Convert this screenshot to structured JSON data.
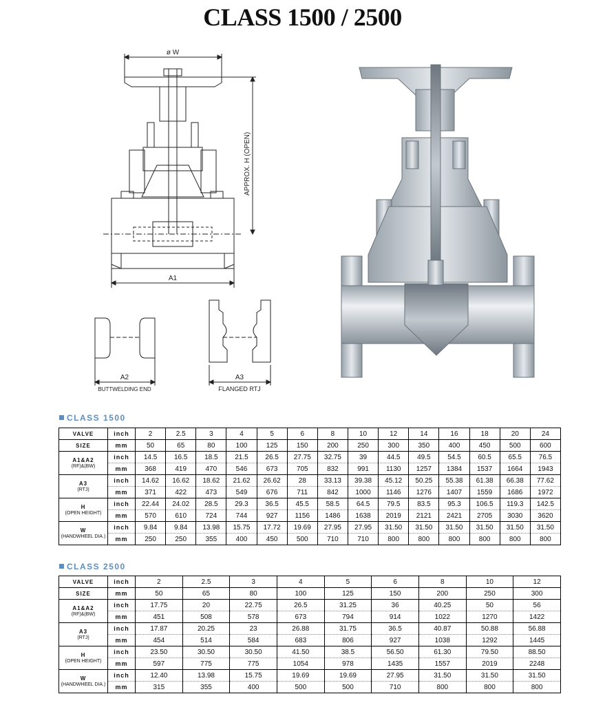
{
  "title": "CLASS 1500 / 2500",
  "drawing": {
    "dim_w": "ø W",
    "dim_h": "APPROX. H (OPEN)",
    "dim_a1": "A1",
    "dim_a2": "A2",
    "dim_a3": "A3",
    "label_bw": "BUTTWELDING END",
    "label_rtj": "FLANGED RTJ"
  },
  "class1500": {
    "title": "CLASS 1500",
    "groups": [
      {
        "label": "VALVE",
        "sub": "",
        "rows": [
          {
            "unit": "inch",
            "values": [
              "2",
              "2.5",
              "3",
              "4",
              "5",
              "6",
              "8",
              "10",
              "12",
              "14",
              "16",
              "18",
              "20",
              "24"
            ]
          }
        ]
      },
      {
        "label": "SIZE",
        "sub": "",
        "rows": [
          {
            "unit": "mm",
            "values": [
              "50",
              "65",
              "80",
              "100",
              "125",
              "150",
              "200",
              "250",
              "300",
              "350",
              "400",
              "450",
              "500",
              "600"
            ]
          }
        ]
      },
      {
        "label": "A1&A2",
        "sub": "(RF)&(BW)",
        "rows": [
          {
            "unit": "inch",
            "values": [
              "14.5",
              "16.5",
              "18.5",
              "21.5",
              "26.5",
              "27.75",
              "32.75",
              "39",
              "44.5",
              "49.5",
              "54.5",
              "60.5",
              "65.5",
              "76.5"
            ]
          },
          {
            "unit": "mm",
            "values": [
              "368",
              "419",
              "470",
              "546",
              "673",
              "705",
              "832",
              "991",
              "1130",
              "1257",
              "1384",
              "1537",
              "1664",
              "1943"
            ]
          }
        ]
      },
      {
        "label": "A3",
        "sub": "(RTJ)",
        "rows": [
          {
            "unit": "inch",
            "values": [
              "14.62",
              "16.62",
              "18.62",
              "21.62",
              "26.62",
              "28",
              "33.13",
              "39.38",
              "45.12",
              "50.25",
              "55.38",
              "61.38",
              "66.38",
              "77.62"
            ]
          },
          {
            "unit": "mm",
            "values": [
              "371",
              "422",
              "473",
              "549",
              "676",
              "711",
              "842",
              "1000",
              "1146",
              "1276",
              "1407",
              "1559",
              "1686",
              "1972"
            ]
          }
        ]
      },
      {
        "label": "H",
        "sub": "(OPEN HEIGHT)",
        "rows": [
          {
            "unit": "inch",
            "values": [
              "22.44",
              "24.02",
              "28.5",
              "29.3",
              "36.5",
              "45.5",
              "58.5",
              "64.5",
              "79.5",
              "83.5",
              "95.3",
              "106.5",
              "119.3",
              "142.5"
            ]
          },
          {
            "unit": "mm",
            "values": [
              "570",
              "610",
              "724",
              "744",
              "927",
              "1156",
              "1486",
              "1638",
              "2019",
              "2121",
              "2421",
              "2705",
              "3030",
              "3620"
            ]
          }
        ]
      },
      {
        "label": "W",
        "sub": "(HANDWHEEL DIA.)",
        "rows": [
          {
            "unit": "inch",
            "values": [
              "9.84",
              "9.84",
              "13.98",
              "15.75",
              "17.72",
              "19.69",
              "27.95",
              "27.95",
              "31.50",
              "31.50",
              "31.50",
              "31.50",
              "31.50",
              "31.50"
            ]
          },
          {
            "unit": "mm",
            "values": [
              "250",
              "250",
              "355",
              "400",
              "450",
              "500",
              "710",
              "710",
              "800",
              "800",
              "800",
              "800",
              "800",
              "800"
            ]
          }
        ]
      }
    ]
  },
  "class2500": {
    "title": "CLASS 2500",
    "groups": [
      {
        "label": "VALVE",
        "sub": "",
        "rows": [
          {
            "unit": "inch",
            "values": [
              "2",
              "2.5",
              "3",
              "4",
              "5",
              "6",
              "8",
              "10",
              "12"
            ]
          }
        ]
      },
      {
        "label": "SIZE",
        "sub": "",
        "rows": [
          {
            "unit": "mm",
            "values": [
              "50",
              "65",
              "80",
              "100",
              "125",
              "150",
              "200",
              "250",
              "300"
            ]
          }
        ]
      },
      {
        "label": "A1&A2",
        "sub": "(RF)&(BW)",
        "rows": [
          {
            "unit": "inch",
            "values": [
              "17.75",
              "20",
              "22.75",
              "26.5",
              "31.25",
              "36",
              "40.25",
              "50",
              "56"
            ]
          },
          {
            "unit": "mm",
            "values": [
              "451",
              "508",
              "578",
              "673",
              "794",
              "914",
              "1022",
              "1270",
              "1422"
            ]
          }
        ]
      },
      {
        "label": "A3",
        "sub": "(RTJ)",
        "rows": [
          {
            "unit": "inch",
            "values": [
              "17.87",
              "20.25",
              "23",
              "26.88",
              "31.75",
              "36.5",
              "40.87",
              "50.88",
              "56.88"
            ]
          },
          {
            "unit": "mm",
            "values": [
              "454",
              "514",
              "584",
              "683",
              "806",
              "927",
              "1038",
              "1292",
              "1445"
            ]
          }
        ]
      },
      {
        "label": "H",
        "sub": "(OPEN HEIGHT)",
        "rows": [
          {
            "unit": "inch",
            "values": [
              "23.50",
              "30.50",
              "30.50",
              "41.50",
              "38.5",
              "56.50",
              "61.30",
              "79.50",
              "88.50"
            ]
          },
          {
            "unit": "mm",
            "values": [
              "597",
              "775",
              "775",
              "1054",
              "978",
              "1435",
              "1557",
              "2019",
              "2248"
            ]
          }
        ]
      },
      {
        "label": "W",
        "sub": "(HANDWHEEL DIA.)",
        "rows": [
          {
            "unit": "inch",
            "values": [
              "12.40",
              "13.98",
              "15.75",
              "19.69",
              "19.69",
              "27.95",
              "31.50",
              "31.50",
              "31.50"
            ]
          },
          {
            "unit": "mm",
            "values": [
              "315",
              "355",
              "400",
              "500",
              "500",
              "710",
              "800",
              "800",
              "800"
            ]
          }
        ]
      }
    ]
  }
}
